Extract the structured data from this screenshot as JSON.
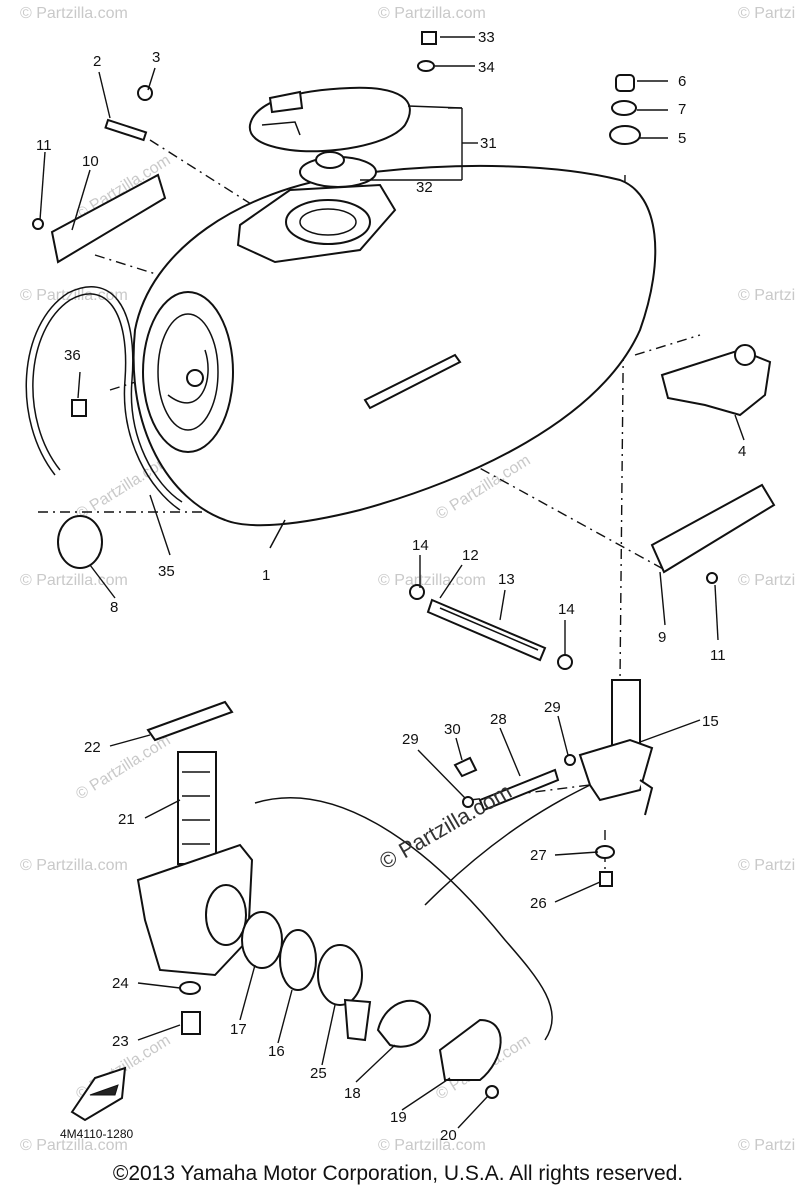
{
  "watermark": "© Partzilla.com",
  "center_watermark": "© Partzilla.com",
  "diagram_code": "4M4110-1280",
  "copyright": "©2013  Yamaha Motor Corporation, U.S.A. All rights reserved.",
  "callouts": [
    "1",
    "2",
    "3",
    "4",
    "5",
    "6",
    "7",
    "8",
    "9",
    "10",
    "11",
    "12",
    "13",
    "14",
    "15",
    "16",
    "17",
    "18",
    "19",
    "20",
    "21",
    "22",
    "23",
    "24",
    "25",
    "26",
    "27",
    "28",
    "29",
    "30",
    "31",
    "32",
    "33",
    "34",
    "35",
    "36"
  ],
  "colors": {
    "ink": "#111111",
    "watermark": "#c9c9c9",
    "background": "#ffffff"
  }
}
